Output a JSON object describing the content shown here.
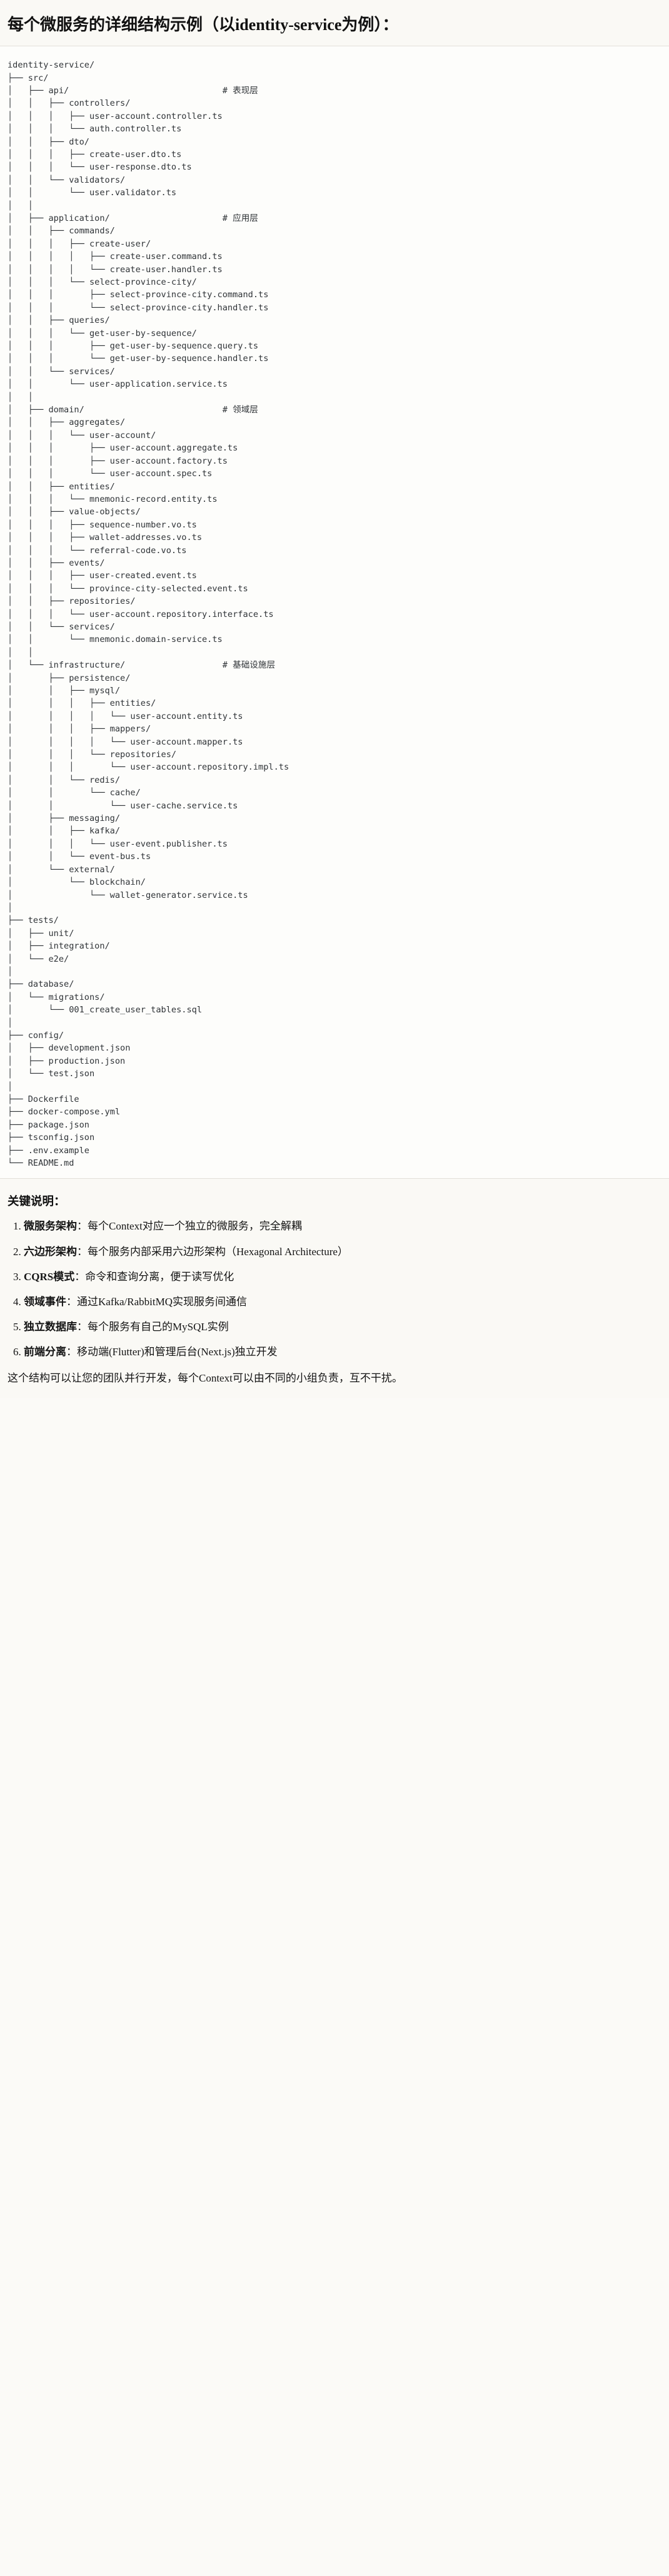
{
  "header": {
    "title": "每个微服务的详细结构示例（以identity-service为例）："
  },
  "tree": {
    "root": "identity-service/",
    "text": "identity-service/\n├── src/\n│   ├── api/                              # 表现层\n│   │   ├── controllers/\n│   │   │   ├── user-account.controller.ts\n│   │   │   └── auth.controller.ts\n│   │   ├── dto/\n│   │   │   ├── create-user.dto.ts\n│   │   │   └── user-response.dto.ts\n│   │   └── validators/\n│   │       └── user.validator.ts\n│   │\n│   ├── application/                      # 应用层\n│   │   ├── commands/\n│   │   │   ├── create-user/\n│   │   │   │   ├── create-user.command.ts\n│   │   │   │   └── create-user.handler.ts\n│   │   │   └── select-province-city/\n│   │   │       ├── select-province-city.command.ts\n│   │   │       └── select-province-city.handler.ts\n│   │   ├── queries/\n│   │   │   └── get-user-by-sequence/\n│   │   │       ├── get-user-by-sequence.query.ts\n│   │   │       └── get-user-by-sequence.handler.ts\n│   │   └── services/\n│   │       └── user-application.service.ts\n│   │\n│   ├── domain/                           # 领域层\n│   │   ├── aggregates/\n│   │   │   └── user-account/\n│   │   │       ├── user-account.aggregate.ts\n│   │   │       ├── user-account.factory.ts\n│   │   │       └── user-account.spec.ts\n│   │   ├── entities/\n│   │   │   └── mnemonic-record.entity.ts\n│   │   ├── value-objects/\n│   │   │   ├── sequence-number.vo.ts\n│   │   │   ├── wallet-addresses.vo.ts\n│   │   │   └── referral-code.vo.ts\n│   │   ├── events/\n│   │   │   ├── user-created.event.ts\n│   │   │   └── province-city-selected.event.ts\n│   │   ├── repositories/\n│   │   │   └── user-account.repository.interface.ts\n│   │   └── services/\n│   │       └── mnemonic.domain-service.ts\n│   │\n│   └── infrastructure/                   # 基础设施层\n│       ├── persistence/\n│       │   ├── mysql/\n│       │   │   ├── entities/\n│       │   │   │   └── user-account.entity.ts\n│       │   │   ├── mappers/\n│       │   │   │   └── user-account.mapper.ts\n│       │   │   └── repositories/\n│       │   │       └── user-account.repository.impl.ts\n│       │   └── redis/\n│       │       └── cache/\n│       │           └── user-cache.service.ts\n│       ├── messaging/\n│       │   ├── kafka/\n│       │   │   └── user-event.publisher.ts\n│       │   └── event-bus.ts\n│       └── external/\n│           └── blockchain/\n│               └── wallet-generator.service.ts\n│\n├── tests/\n│   ├── unit/\n│   ├── integration/\n│   └── e2e/\n│\n├── database/\n│   └── migrations/\n│       └── 001_create_user_tables.sql\n│\n├── config/\n│   ├── development.json\n│   ├── production.json\n│   └── test.json\n│\n├── Dockerfile\n├── docker-compose.yml\n├── package.json\n├── tsconfig.json\n├── .env.example\n└── README.md",
    "layer_comments": [
      "# 表现层",
      "# 应用层",
      "# 领域层",
      "# 基础设施层"
    ]
  },
  "keypoints": {
    "heading": "关键说明：",
    "items": [
      {
        "term": "微服务架构",
        "desc": "每个Context对应一个独立的微服务，完全解耦"
      },
      {
        "term": "六边形架构",
        "desc": "每个服务内部采用六边形架构（Hexagonal Architecture）"
      },
      {
        "term": "CQRS模式",
        "desc": "命令和查询分离，便于读写优化"
      },
      {
        "term": "领域事件",
        "desc": "通过Kafka/RabbitMQ实现服务间通信"
      },
      {
        "term": "独立数据库",
        "desc": "每个服务有自己的MySQL实例"
      },
      {
        "term": "前端分离",
        "desc": "移动端(Flutter)和管理后台(Next.js)独立开发"
      }
    ],
    "separator": "：",
    "closing": "这个结构可以让您的团队并行开发，每个Context可以由不同的小组负责，互不干扰。"
  }
}
